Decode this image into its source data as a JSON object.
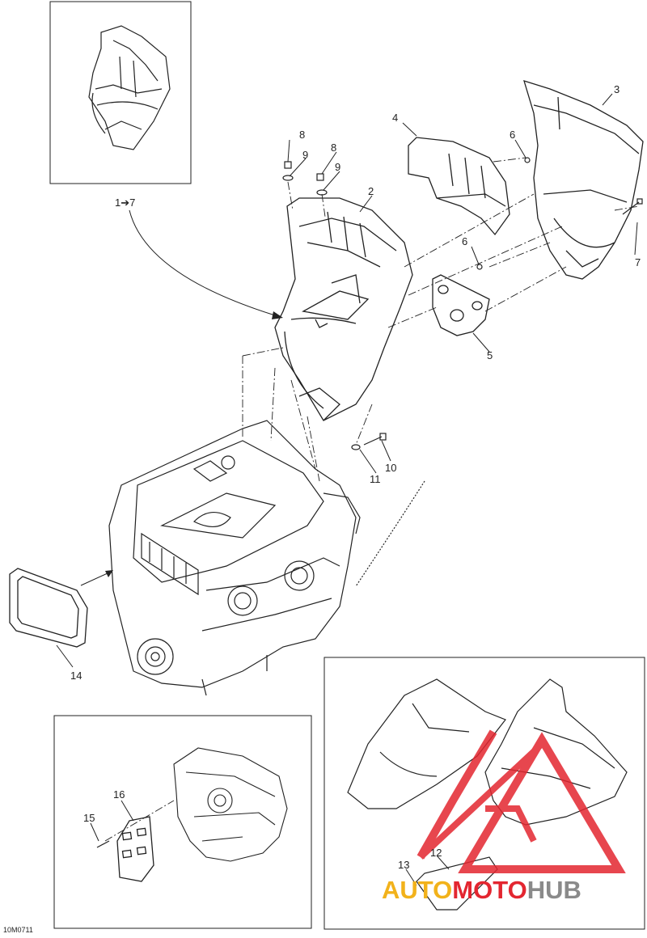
{
  "callouts": [
    {
      "id": "c-1-7",
      "text": "1➔7"
    },
    {
      "id": "c-2",
      "text": "2"
    },
    {
      "id": "c-3",
      "text": "3"
    },
    {
      "id": "c-4",
      "text": "4"
    },
    {
      "id": "c-5",
      "text": "5"
    },
    {
      "id": "c-6a",
      "text": "6"
    },
    {
      "id": "c-6b",
      "text": "6"
    },
    {
      "id": "c-7",
      "text": "7"
    },
    {
      "id": "c-8a",
      "text": "8"
    },
    {
      "id": "c-8b",
      "text": "8"
    },
    {
      "id": "c-9a",
      "text": "9"
    },
    {
      "id": "c-9b",
      "text": "9"
    },
    {
      "id": "c-10",
      "text": "10"
    },
    {
      "id": "c-11",
      "text": "11"
    },
    {
      "id": "c-12",
      "text": "12"
    },
    {
      "id": "c-13",
      "text": "13"
    },
    {
      "id": "c-14",
      "text": "14"
    },
    {
      "id": "c-15",
      "text": "15"
    },
    {
      "id": "c-16",
      "text": "16"
    }
  ],
  "drawing_code": "10M0711",
  "watermark": {
    "part1": "AUTO",
    "part2": "MOTO",
    "part3": "HUB"
  },
  "colors": {
    "line": "#222222",
    "watermark_red": "#e32630",
    "watermark_yellow": "#f2b21b",
    "watermark_gray": "#8a8a8a"
  }
}
